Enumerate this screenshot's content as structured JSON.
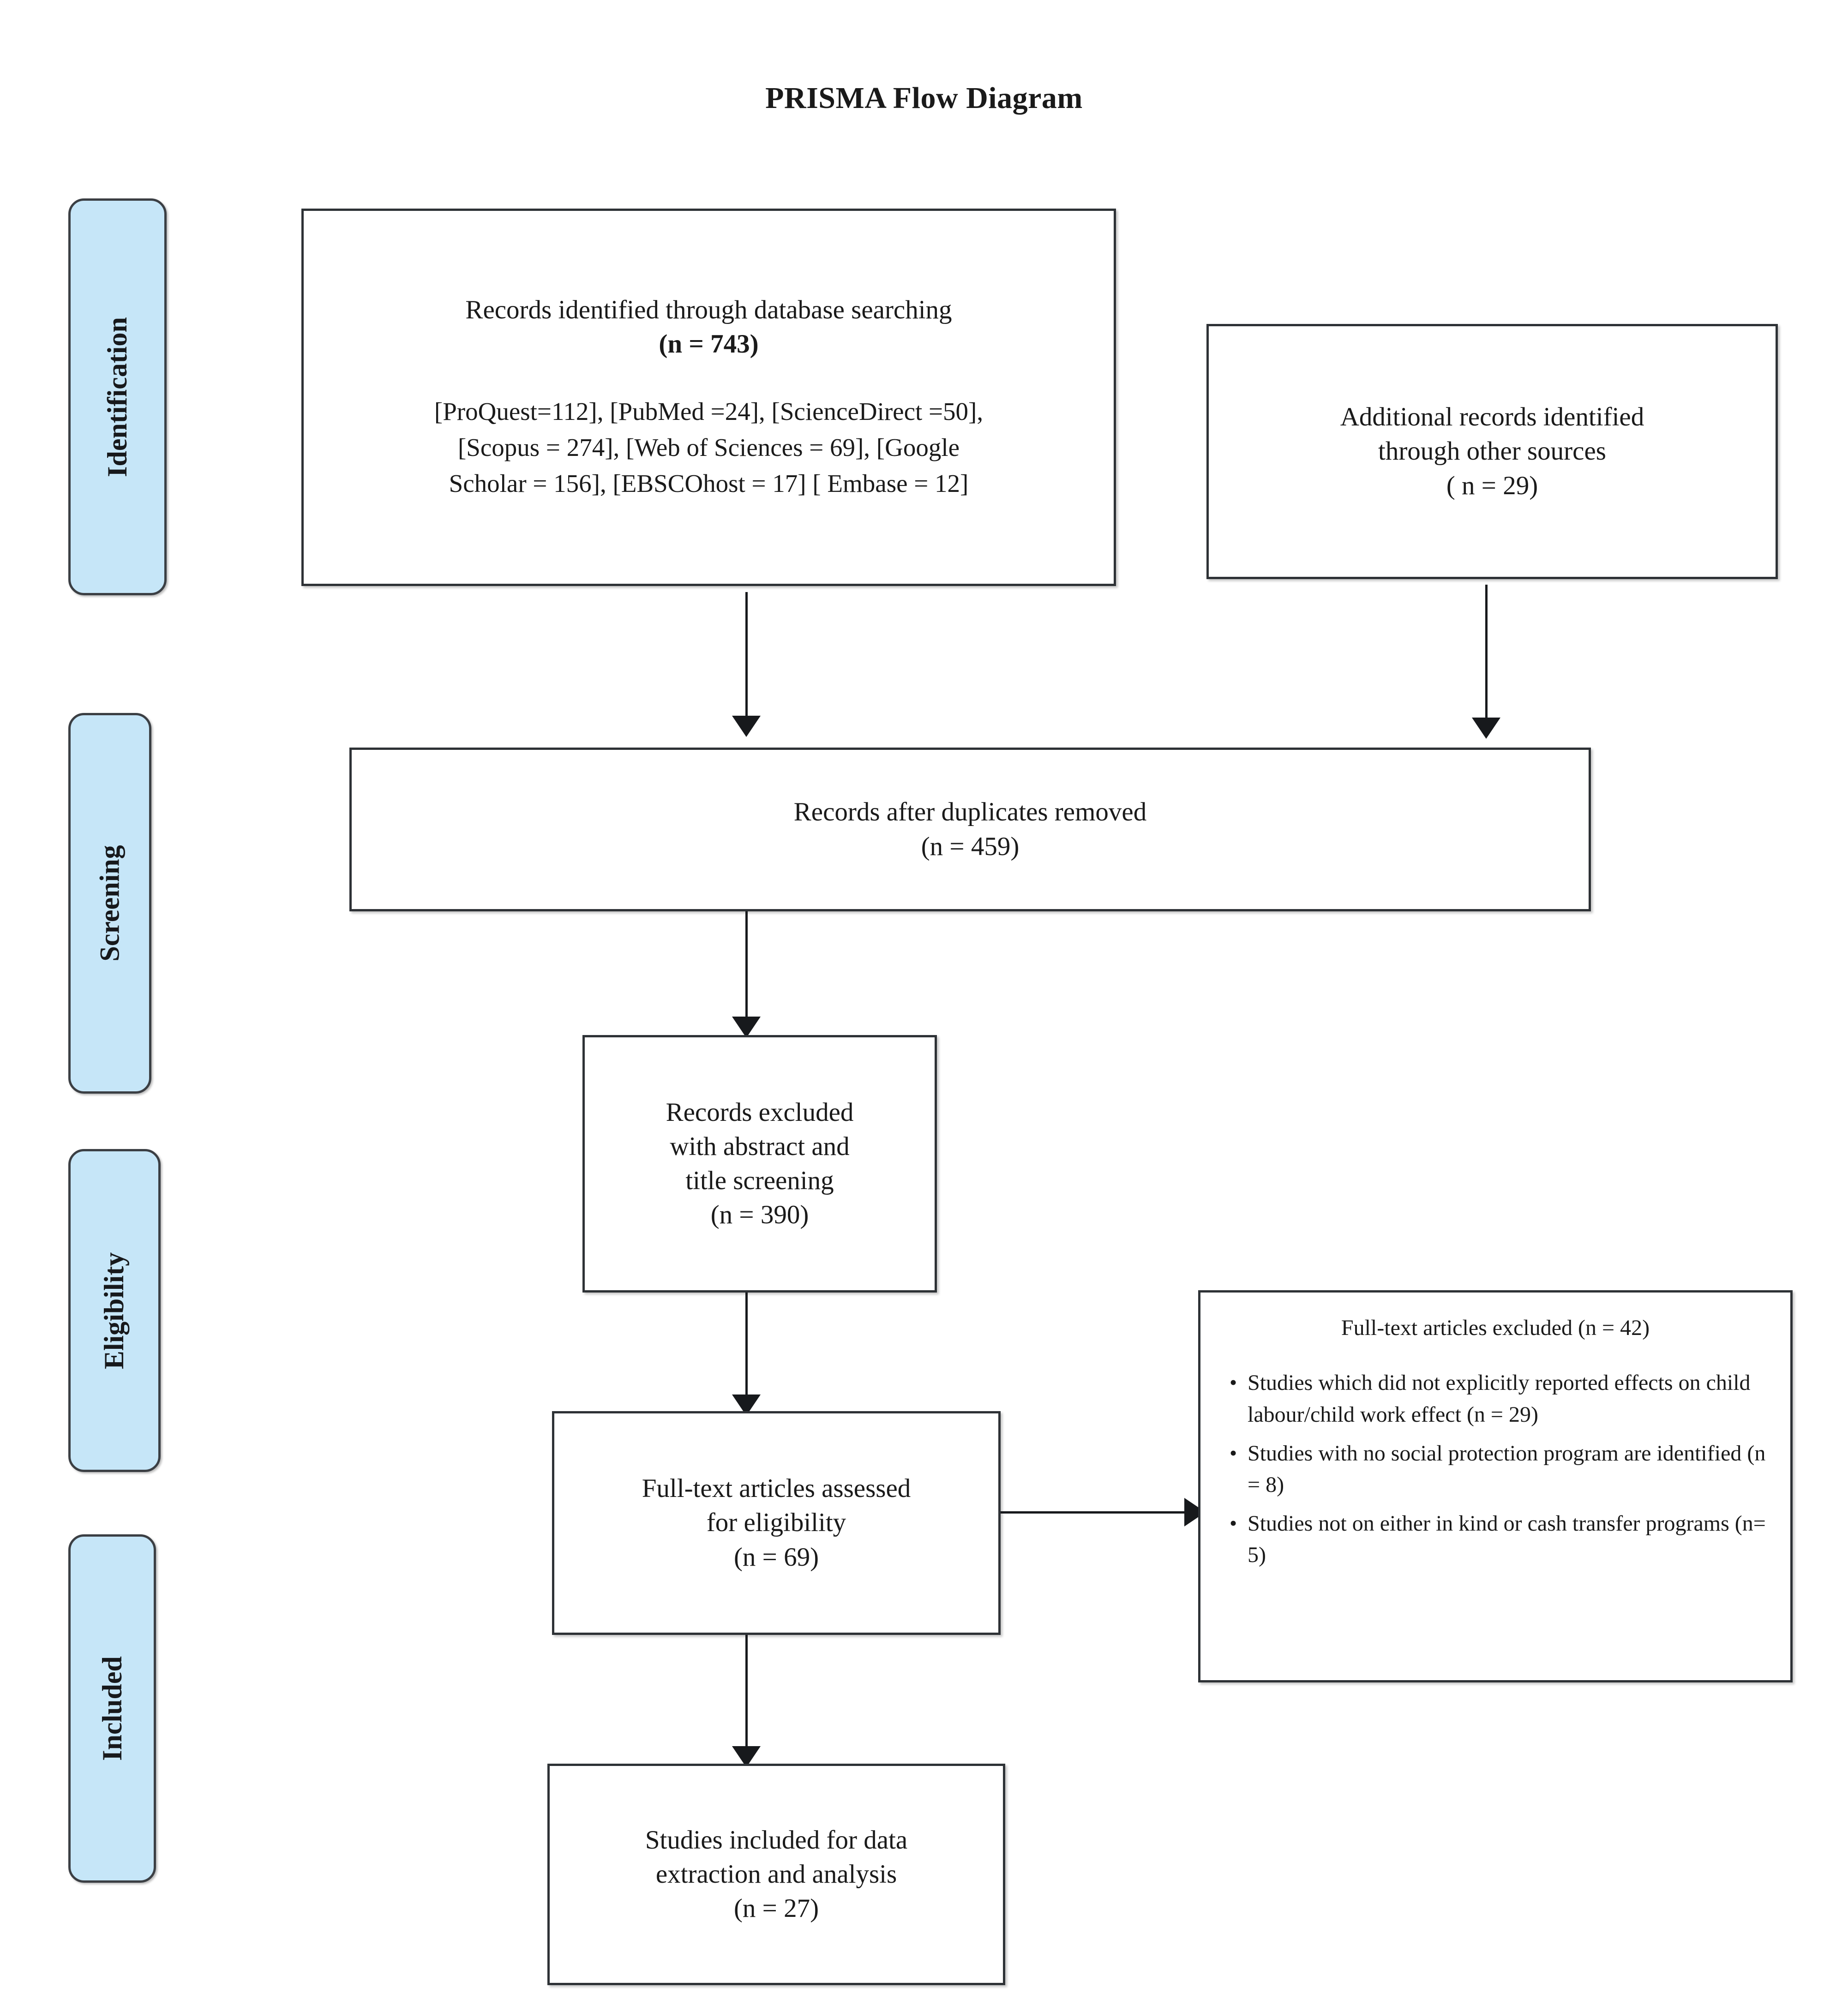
{
  "title": "PRISMA Flow Diagram",
  "stages": [
    {
      "label": "Identification"
    },
    {
      "label": "Screening"
    },
    {
      "label": "Eligibility"
    },
    {
      "label": "Included"
    }
  ],
  "boxes": {
    "database_search": {
      "heading": "Records identified through database searching",
      "count": "(n = 743)",
      "breakdown_line1": "[ProQuest=112], [PubMed =24], [ScienceDirect =50],",
      "breakdown_line2": "[Scopus = 274], [Web of Sciences = 69], [Google",
      "breakdown_line3": "Scholar = 156], [EBSCOhost = 17] [ Embase = 12]"
    },
    "other_sources": {
      "line1": "Additional records identified",
      "line2": "through other sources",
      "count": "( n = 29)"
    },
    "duplicates_removed": {
      "heading": "Records after duplicates removed",
      "count": "(n = 459)"
    },
    "records_excluded": {
      "line1": "Records excluded",
      "line2": "with abstract and",
      "line3": "title screening",
      "count": "(n = 390)"
    },
    "fulltext_assessed": {
      "line1": "Full-text articles assessed",
      "line2": "for eligibility",
      "count": "(n = 69)"
    },
    "fulltext_excluded": {
      "title": "Full-text articles excluded (n = 42)",
      "bullet_marker": "•",
      "items": [
        "Studies which did not explicitly reported effects on child labour/child work effect (n = 29)",
        "Studies with no social protection program are identified (n = 8)",
        "Studies not on either in kind or cash transfer programs (n= 5)"
      ]
    },
    "studies_included": {
      "line1": "Studies included for data",
      "line2": "extraction and analysis",
      "count": "(n = 27)"
    }
  },
  "colors": {
    "stage_fill": "#c6e6f8",
    "stage_border": "#3b3f44",
    "box_border": "#2e3236",
    "connector": "#17191c",
    "text": "#1a1a1a",
    "background": "#ffffff"
  }
}
